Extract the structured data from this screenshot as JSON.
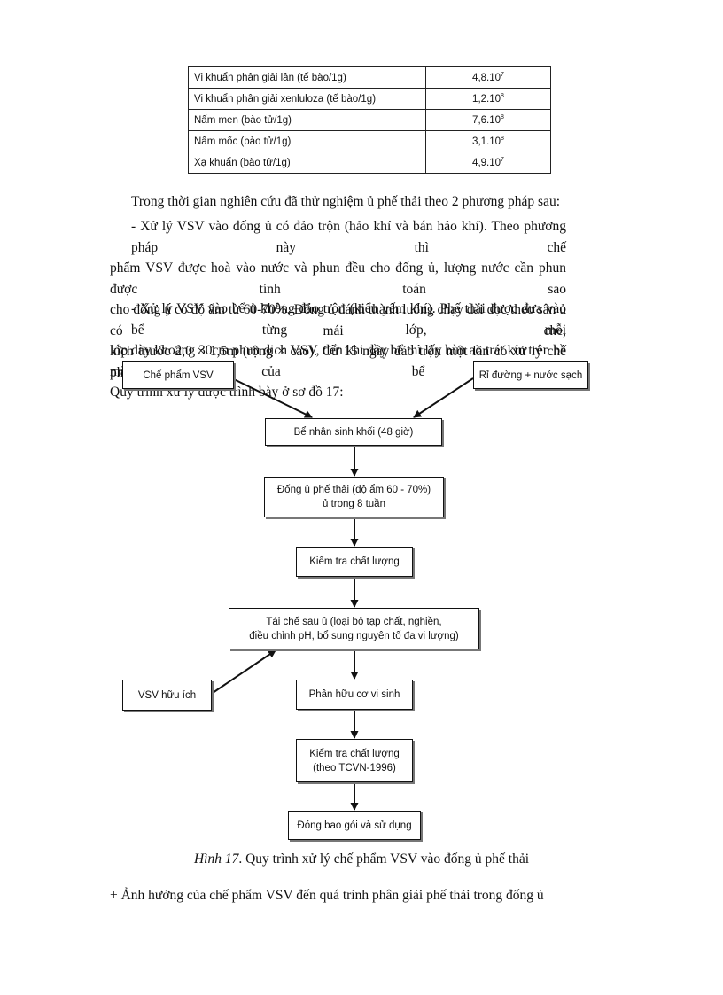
{
  "table": {
    "rows": [
      {
        "label": "Vi khuẩn phân giải lân (tế bào/1g)",
        "base": "4,8.10",
        "exp": "7"
      },
      {
        "label": "Vi khuẩn phân giải xenluloza (tế bào/1g)",
        "base": "1,2.10",
        "exp": "8"
      },
      {
        "label": "Nấm men (bào tử/1g)",
        "base": "7,6.10",
        "exp": "8"
      },
      {
        "label": "Nấm mốc (bào tử/1g)",
        "base": "3,1.10",
        "exp": "8"
      },
      {
        "label": "Xạ khuẩn (bào tử/1g)",
        "base": "4,9.10",
        "exp": "7"
      }
    ]
  },
  "paragraphs": {
    "intro": "Trong thời gian nghiên cứu đã thử nghiệm ủ phế thải theo 2 phương pháp sau:",
    "method1": [
      "- Xử lý VSV vào đống ủ có đảo trộn (hảo khí và bán hảo khí). Theo phương pháp này thì chế",
      "phẩm VSV được hoà vào nước và phun đều cho đống ủ, lượng nước cần phun được tính toán sao",
      "cho đống ủ có độ ẩm từ 60-70%. Đống ủ đánh thành luống chạy dài dọc theo sân ủ có mái che,",
      "kích thước 2,0 × 1,5m (rộng × cao). Cứ 15 ngày đảo trộn một lần có xử lý chế phẩm vi sinh vật."
    ],
    "method2": [
      "- Xử lý VSV vào bể ủ không đảo trộn (kiểu yếm khí). Phế thải được đưa vào bể từng lớp, mỗi",
      "lớp dày khoảng 30cm phun dịch VSV, đến khi đầy bể thì lấy bùn ao trát kín trên bề mặt của bể ủ.",
      "Quy trình xử lý được trình bày ở sơ đồ 17:"
    ]
  },
  "diagram": {
    "che_pham": "Chế phẩm VSV",
    "ri_duong": "Rỉ đường + nước sạch",
    "be_nhan": "Bể nhân sinh khối (48 giờ)",
    "dong_u_1": "Đống ủ phế thải (độ ẩm 60 - 70%)",
    "dong_u_2": "ủ trong 8 tuần",
    "kiem_tra_1": "Kiểm tra chất lượng",
    "tai_che_1": "Tái chế sau ủ (loại bỏ tạp chất, nghiền,",
    "tai_che_2": "điều chỉnh pH, bổ sung nguyên tố đa vi lượng)",
    "vsv_huu_ich": "VSV hữu ích",
    "phan_huu_co": "Phân hữu cơ vi sinh",
    "kiem_tra_2a": "Kiểm tra chất lượng",
    "kiem_tra_2b": "(theo TCVN-1996)",
    "dong_bao_goi": "Đóng bao gói và sử dụng"
  },
  "caption": {
    "figure": "Hình 17",
    "text": ". Quy trình xử lý chế phẩm VSV vào đống ủ phế thải"
  },
  "note": "+ Ảnh hưởng của chế phẩm VSV đến quá trình phân giải phế thải trong đống ủ"
}
